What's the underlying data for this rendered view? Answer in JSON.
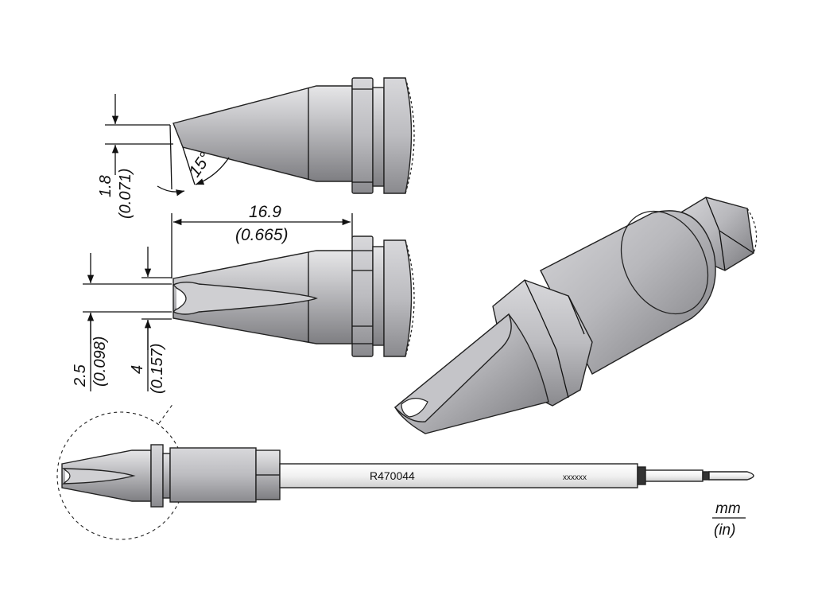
{
  "top_view": {
    "width_mm": "1.8",
    "width_in": "(0.071)",
    "angle": "15°"
  },
  "length": {
    "mm": "16.9",
    "in": "(0.665)"
  },
  "front_view": {
    "inner_mm": "2.5",
    "inner_in": "(0.098)",
    "outer_mm": "4",
    "outer_in": "(0.157)"
  },
  "full_tip": {
    "part_number": "R470044",
    "code": "xxxxxx"
  },
  "units": {
    "primary": "mm",
    "secondary": "(in)"
  }
}
